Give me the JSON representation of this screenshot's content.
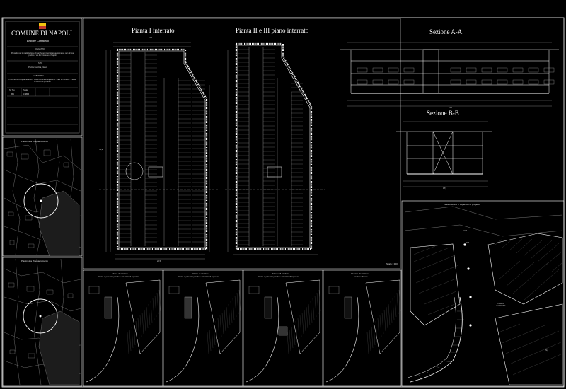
{
  "cartouche": {
    "municipality": "COMUNE DI NAPOLI",
    "region": "Regione Campania",
    "subject_label": "OGGETTO",
    "subject_text": "Progetto per la realizzazione di parcheggi interrati ad autorimesse per alcune piazze e vie del Comune di Napoli",
    "site_label": "SITO",
    "site_text": "Piazza Carolina, Napoli",
    "drawing_label": "ELABORATO",
    "drawing_text": "Planimetrie d'inquadramento - Sistemazione in superficie - Fasi di cantiere - Piante e sezioni di progetto",
    "sheet_label": "N° Tav.",
    "sheet_value": "01",
    "scale_label": "Scala",
    "scale_value": "1:100"
  },
  "location_plans": {
    "plan1_title": "Planimetria d'inquadramento",
    "plan2_title": "Planimetria d'inquadramento"
  },
  "floor_plans": {
    "plan1_title": "Pianta I interrato",
    "plan2_title": "Pianta II e III piano interrato",
    "scale_note": "Scala 1:100",
    "dim_top": "15,6",
    "dim_bottom": "20,5",
    "dim_side": "53,9"
  },
  "sections": {
    "section_aa_title": "Sezione A-A",
    "section_bb_title": "Sezione B-B",
    "aa_total": "47,2",
    "bb_total": "18,5"
  },
  "phases": [
    {
      "title": "I Fase di cantiere",
      "subtitle": "Paratie ai pali della paratia e del solaio di copertura"
    },
    {
      "title": "II Fase di cantiere",
      "subtitle": "Paratie ai pali della paratia e del solaio di copertura"
    },
    {
      "title": "III Fase di cantiere",
      "subtitle": "Paratie ai pali della paratia e del solaio di copertura"
    },
    {
      "title": "IV Fase di cantiere",
      "subtitle": "Cantiere ultimato"
    }
  ],
  "surface_plan": {
    "title": "Sistemazione in superficie di progetto",
    "piazza_label": "PIAZZA CAROLINA",
    "elevations": [
      "21,6",
      "29,8",
      "20,6"
    ]
  },
  "colors": {
    "background": "#000000",
    "lines": "#ffffff",
    "accent_red": "#c0392b",
    "accent_yellow": "#f1c40f"
  }
}
